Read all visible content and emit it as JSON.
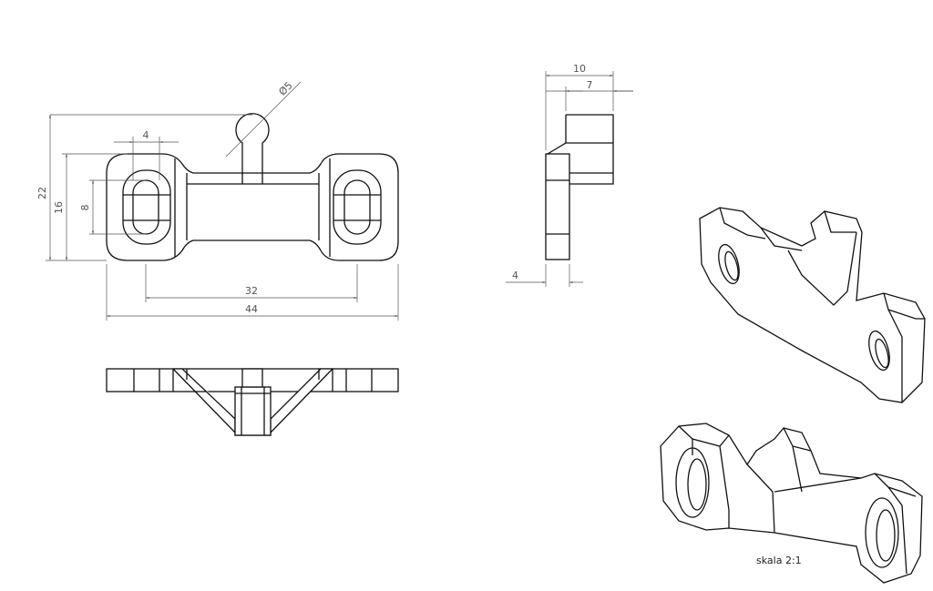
{
  "front_view": {
    "dim_overall_height": "22",
    "dim_body_height": "16",
    "dim_slot_length": "8",
    "dim_slot_width": "4",
    "dim_ball_diameter": "Ø5",
    "dim_hole_spacing": "32",
    "dim_overall_length": "44"
  },
  "side_view": {
    "dim_depth": "10",
    "dim_upper_depth": "7",
    "dim_plate_thickness": "4"
  },
  "scale_note": "skala 2:1"
}
